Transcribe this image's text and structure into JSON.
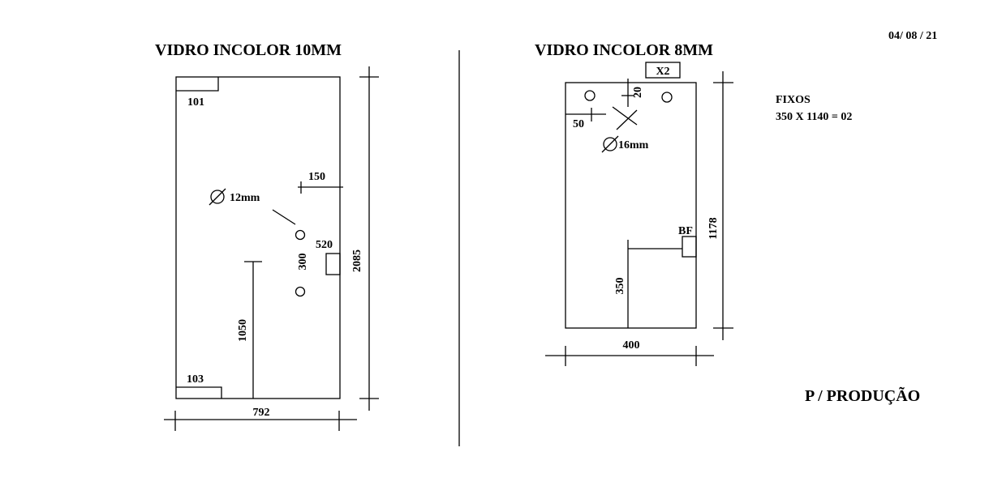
{
  "date": "04/ 08 / 21",
  "note": "P / PRODUÇÃO",
  "panel_10mm": {
    "title": "VIDRO INCOLOR 10MM",
    "cutout_top_label": "101",
    "cutout_bottom_label": "103",
    "hole_diameter": "12mm",
    "dim_hole_offset": "150",
    "dim_hole_spacing": "300",
    "dim_lock_height": "520",
    "dim_hole_height": "1050",
    "dim_height": "2085",
    "dim_width": "792"
  },
  "panel_8mm": {
    "title": "VIDRO INCOLOR 8MM",
    "quantity": "X2",
    "dim_hole_top": "20",
    "dim_hole_side": "50",
    "hole_diameter": "16mm",
    "lock_label": "BF",
    "dim_lock_height": "350",
    "dim_height": "1178",
    "dim_width": "400"
  },
  "fixed_panels": {
    "label": "FIXOS",
    "spec": "350 X 1140 = 02"
  }
}
